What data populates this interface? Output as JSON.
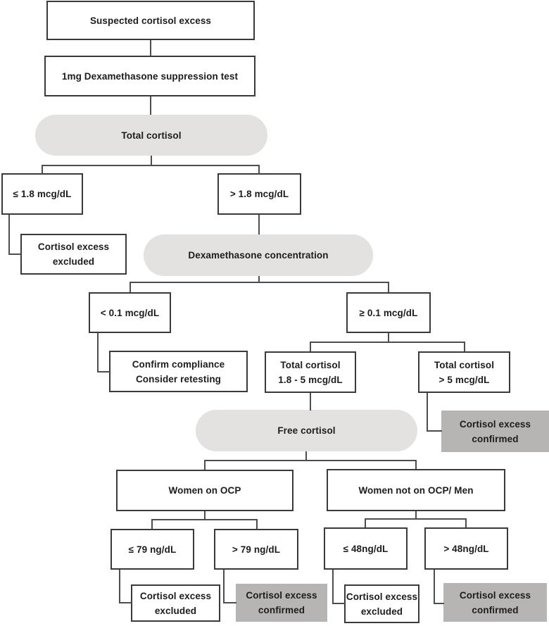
{
  "diagram": {
    "title": "Suspected cortisol excess diagnostic flowchart",
    "colors": {
      "box_background": "#ffffff",
      "box_border": "#3a3a3a",
      "stage_pill_background": "#e3e2e0",
      "confirmed_background": "#b6b5b3",
      "connector_line": "#4d4d4d",
      "text": "#1c1c1c"
    },
    "nodes": {
      "suspected": {
        "text": "Suspected cortisol excess"
      },
      "dst": {
        "text": "1mg Dexamethasone suppression test"
      },
      "total_cortisol": {
        "text": "Total cortisol"
      },
      "le_1_8": {
        "text": "≤ 1.8 mcg/dL"
      },
      "gt_1_8": {
        "text": "> 1.8 mcg/dL"
      },
      "excluded_1": {
        "line1": "Cortisol excess",
        "line2": "excluded"
      },
      "dexa_conc": {
        "text": "Dexamethasone concentration"
      },
      "lt_0_1": {
        "text": "< 0.1 mcg/dL"
      },
      "ge_0_1": {
        "text": "≥ 0.1 mcg/dL"
      },
      "confirm_compliance": {
        "line1": "Confirm compliance",
        "line2": "Consider retesting"
      },
      "tc_1_8_5": {
        "line1": "Total cortisol",
        "line2": "1.8 - 5 mcg/dL"
      },
      "tc_gt_5": {
        "line1": "Total cortisol",
        "line2": "> 5 mcg/dL"
      },
      "confirmed_1": {
        "line1": "Cortisol excess",
        "line2": "confirmed"
      },
      "free_cortisol": {
        "text": "Free cortisol"
      },
      "women_ocp": {
        "text": "Women on OCP"
      },
      "women_not_ocp": {
        "text": "Women not on OCP/ Men"
      },
      "le_79": {
        "text": "≤ 79 ng/dL"
      },
      "gt_79": {
        "text": "> 79 ng/dL"
      },
      "le_48": {
        "text": "≤ 48ng/dL"
      },
      "gt_48": {
        "text": "> 48ng/dL"
      },
      "excluded_2": {
        "line1": "Cortisol excess",
        "line2": "excluded"
      },
      "confirmed_2": {
        "line1": "Cortisol excess",
        "line2": "confirmed"
      },
      "excluded_3": {
        "line1": "Cortisol excess",
        "line2": "excluded"
      },
      "confirmed_3": {
        "line1": "Cortisol excess",
        "line2": "confirmed"
      }
    }
  }
}
